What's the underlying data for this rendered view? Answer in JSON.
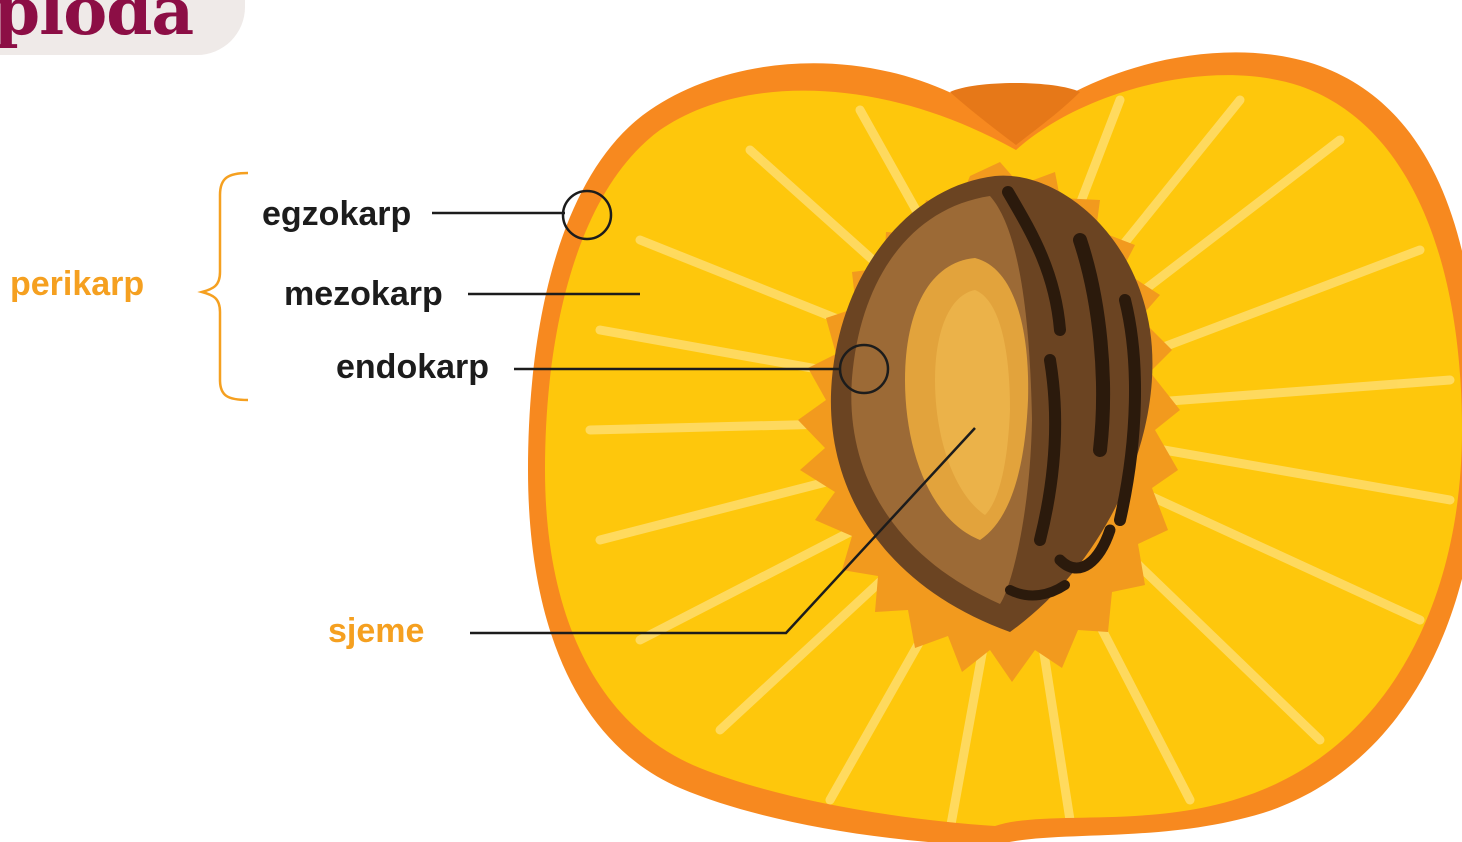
{
  "title": "ploda",
  "labels": {
    "egzokarp": "egzokarp",
    "mezokarp": "mezokarp",
    "endokarp": "endokarp",
    "perikarp": "perikarp",
    "sjeme": "sjeme"
  },
  "colors": {
    "title": "#8c0e45",
    "accent_label": "#f5a020",
    "skin": "#f7891f",
    "flesh": "#fec70c",
    "stone": "#6b4422",
    "seed": "#e2a33c"
  }
}
